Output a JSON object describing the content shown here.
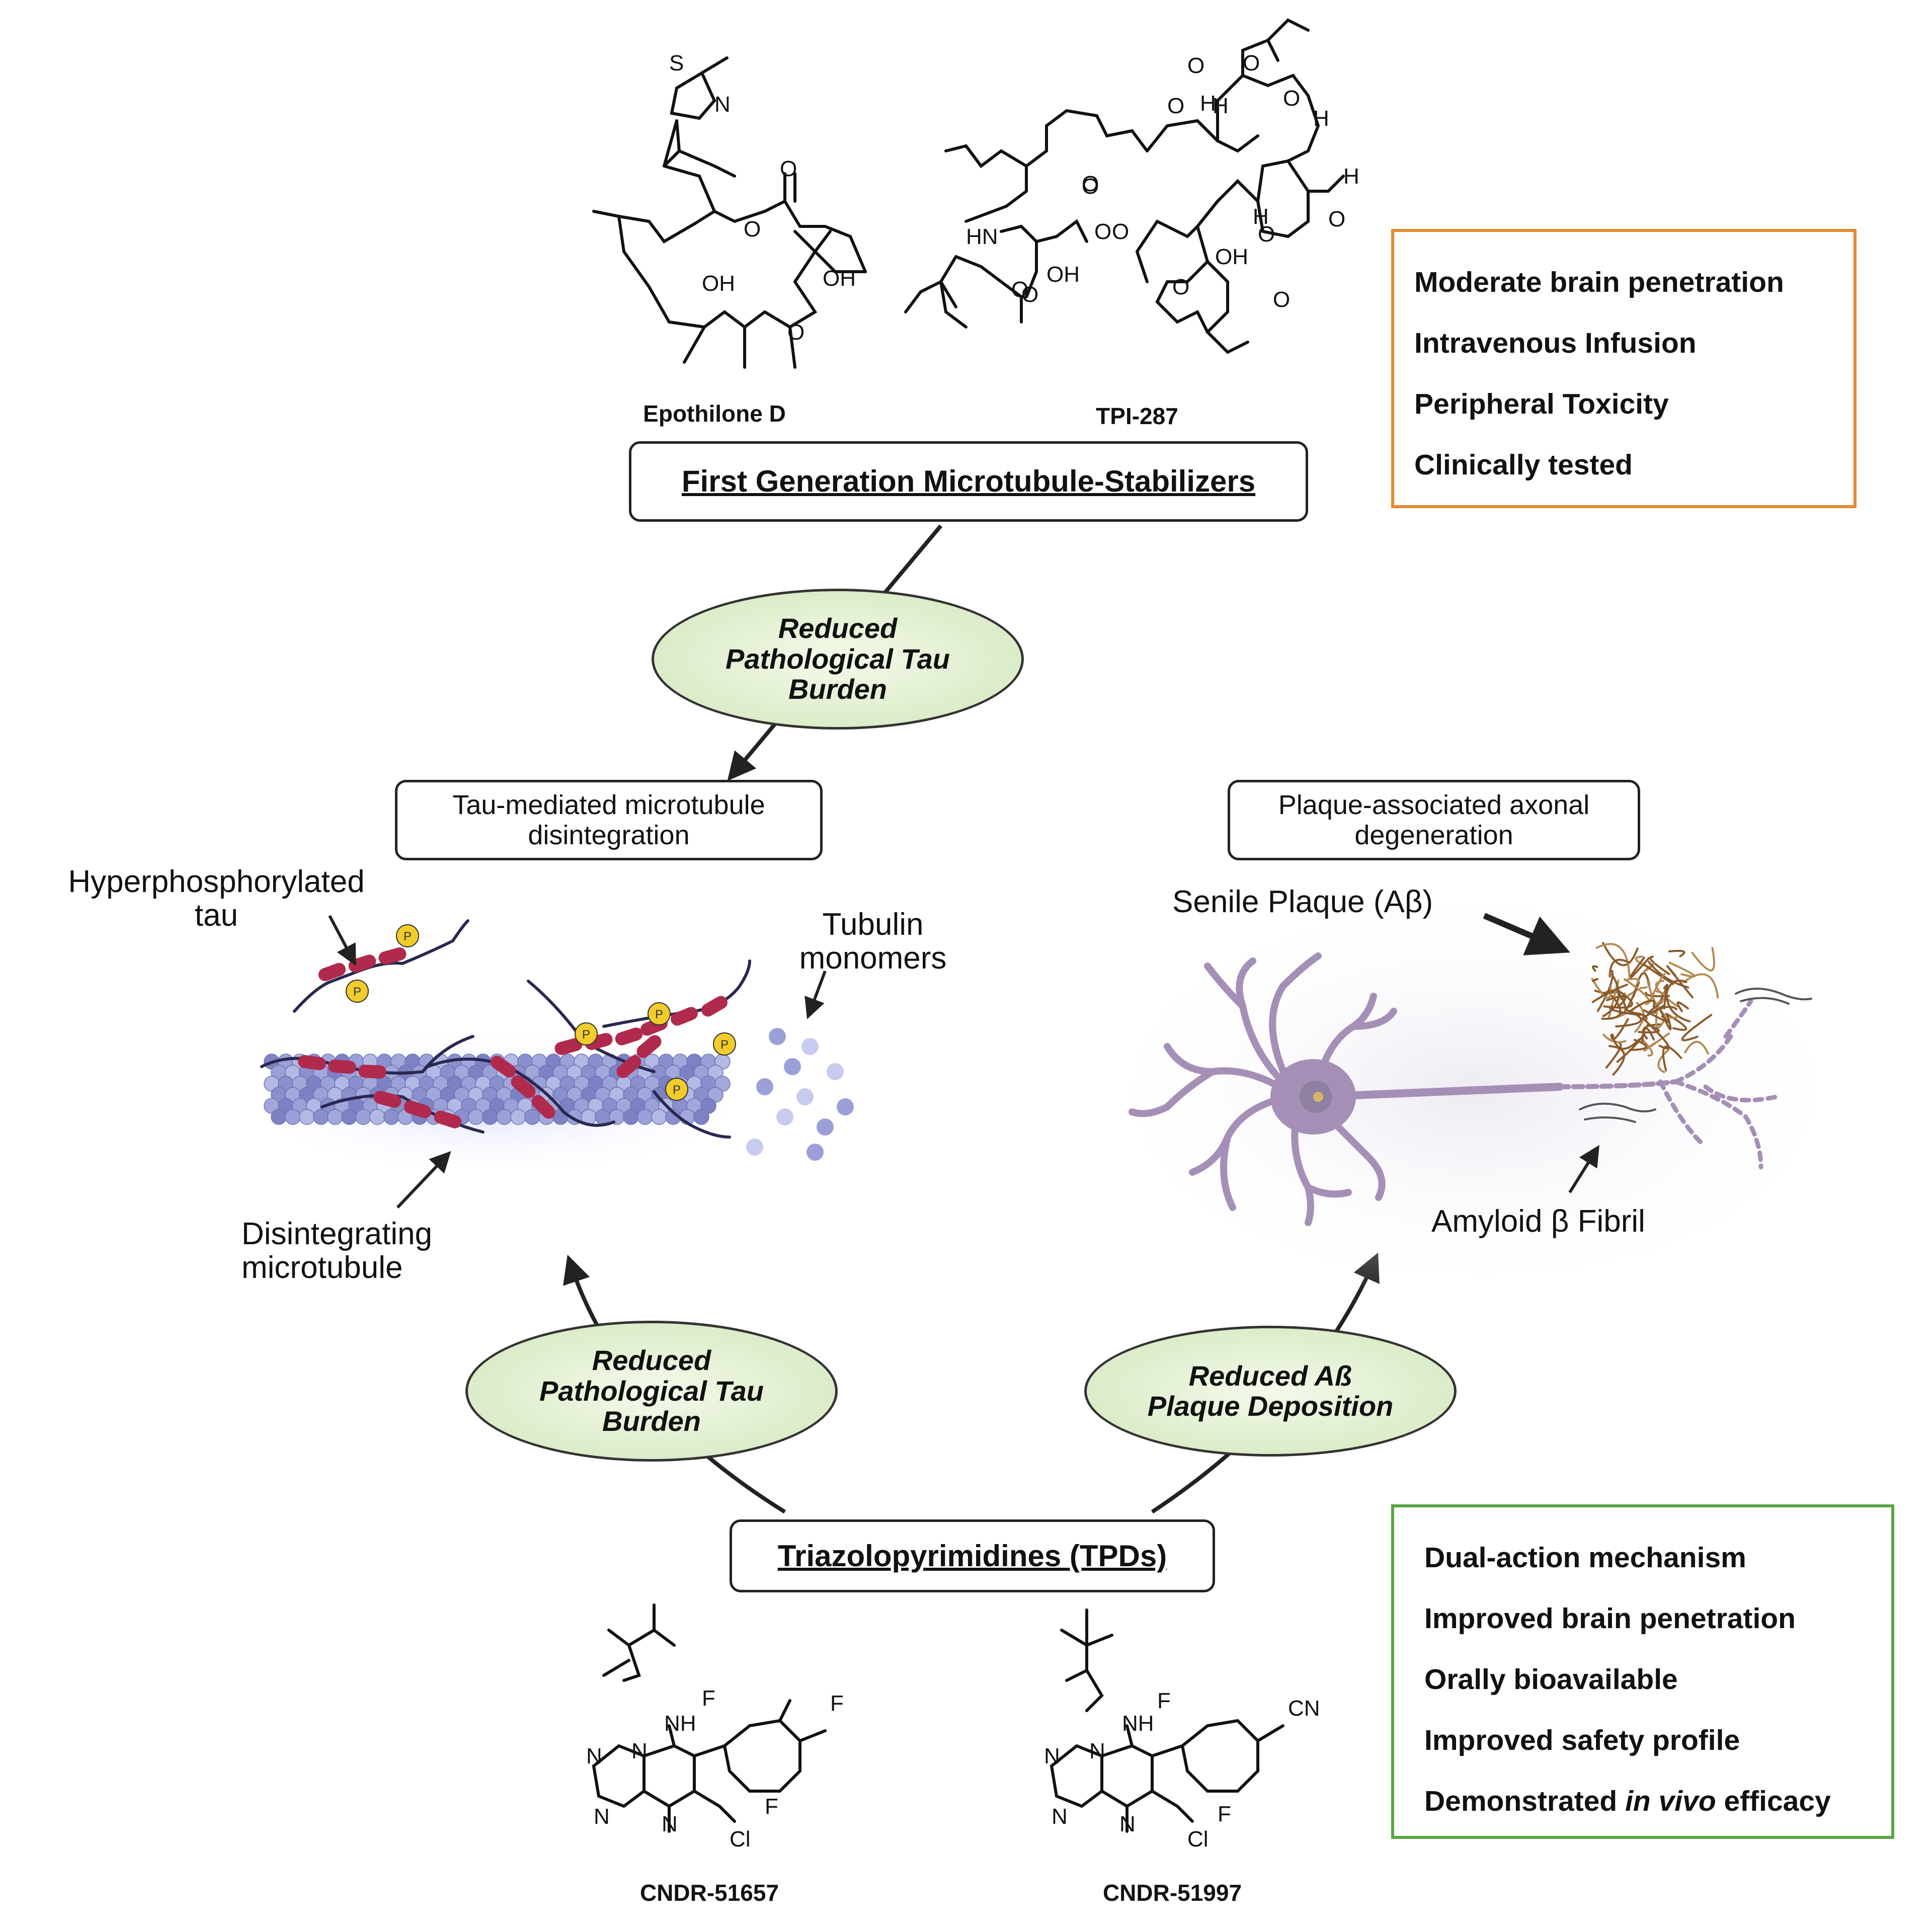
{
  "compounds": {
    "top_left": "Epothilone D",
    "top_right": "TPI-287",
    "bottom_left": "CNDR-51657",
    "bottom_right": "CNDR-51997"
  },
  "boxes": {
    "first_gen": "First Generation Microtubule-Stabilizers",
    "tau_mediated": [
      "Tau-mediated microtubule",
      "disintegration"
    ],
    "plaque_assoc": [
      "Plaque-associated axonal",
      "degeneration"
    ],
    "tpds": "Triazolopyrimidines (TPDs)"
  },
  "ovals": {
    "top": [
      "Reduced",
      "Pathological Tau",
      "Burden"
    ],
    "bottom_left": [
      "Reduced",
      "Pathological Tau",
      "Burden"
    ],
    "bottom_right": [
      "Reduced Aß",
      "Plaque Deposition"
    ]
  },
  "first_gen_features": [
    "Moderate brain penetration",
    "Intravenous Infusion",
    "Peripheral Toxicity",
    "Clinically tested"
  ],
  "tpd_features": {
    "items": [
      "Dual-action mechanism",
      "Improved brain penetration",
      "Orally bioavailable",
      "Improved safety profile"
    ],
    "last_prefix": "Demonstrated ",
    "last_italic": "in vivo",
    "last_suffix": " efficacy"
  },
  "labels": {
    "hyperphos": [
      "Hyperphosphorylated",
      "tau"
    ],
    "tubulin": [
      "Tubulin",
      "monomers"
    ],
    "disintegrating": [
      "Disintegrating",
      "microtubule"
    ],
    "senile_plaque": "Senile Plaque (Aβ)",
    "fibril": "Amyloid β Fibril",
    "phospho": "P"
  },
  "atoms": {
    "S": "S",
    "N": "N",
    "O": "O",
    "OH": "OH",
    "H": "H",
    "HN": "HN",
    "NH": "NH",
    "F": "F",
    "Cl": "Cl",
    "CN": "CN"
  },
  "colors": {
    "orange_border": "#e48a2f",
    "green_border": "#5aa545",
    "oval_fill": "#dcecc9",
    "tau": "#b02a4d",
    "phospho": "#f2cc2a",
    "tubulin": "#8f93c9",
    "neuron": "#a58fb6",
    "plaque": "#8a5a2b"
  }
}
